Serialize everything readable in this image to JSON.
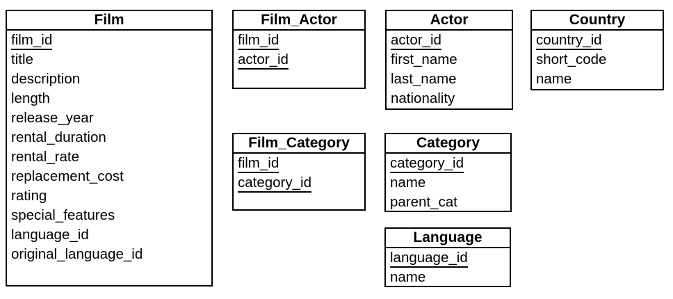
{
  "colors": {
    "line": "#000000",
    "text": "#000000",
    "background": "#ffffff"
  },
  "diagram": {
    "tables": [
      {
        "name": "Film",
        "fields": [
          {
            "name": "film_id",
            "primary_key": true
          },
          {
            "name": "title",
            "primary_key": false
          },
          {
            "name": "description",
            "primary_key": false
          },
          {
            "name": "length",
            "primary_key": false
          },
          {
            "name": "release_year",
            "primary_key": false
          },
          {
            "name": "rental_duration",
            "primary_key": false
          },
          {
            "name": "rental_rate",
            "primary_key": false
          },
          {
            "name": "replacement_cost",
            "primary_key": false
          },
          {
            "name": "rating",
            "primary_key": false
          },
          {
            "name": "special_features",
            "primary_key": false
          },
          {
            "name": "language_id",
            "primary_key": false
          },
          {
            "name": "original_language_id",
            "primary_key": false
          }
        ]
      },
      {
        "name": "Film_Actor",
        "fields": [
          {
            "name": "film_id",
            "primary_key": true
          },
          {
            "name": "actor_id",
            "primary_key": true
          }
        ]
      },
      {
        "name": "Actor",
        "fields": [
          {
            "name": "actor_id",
            "primary_key": true
          },
          {
            "name": "first_name",
            "primary_key": false
          },
          {
            "name": "last_name",
            "primary_key": false
          },
          {
            "name": "nationality",
            "primary_key": false
          }
        ]
      },
      {
        "name": "Country",
        "fields": [
          {
            "name": "country_id",
            "primary_key": true
          },
          {
            "name": "short_code",
            "primary_key": false
          },
          {
            "name": "name",
            "primary_key": false
          }
        ]
      },
      {
        "name": "Film_Category",
        "fields": [
          {
            "name": "film_id",
            "primary_key": true
          },
          {
            "name": "category_id",
            "primary_key": true
          }
        ]
      },
      {
        "name": "Category",
        "fields": [
          {
            "name": "category_id",
            "primary_key": true
          },
          {
            "name": "name",
            "primary_key": false
          },
          {
            "name": "parent_cat",
            "primary_key": false
          }
        ]
      },
      {
        "name": "Language",
        "fields": [
          {
            "name": "language_id",
            "primary_key": true
          },
          {
            "name": "name",
            "primary_key": false
          }
        ]
      }
    ]
  }
}
